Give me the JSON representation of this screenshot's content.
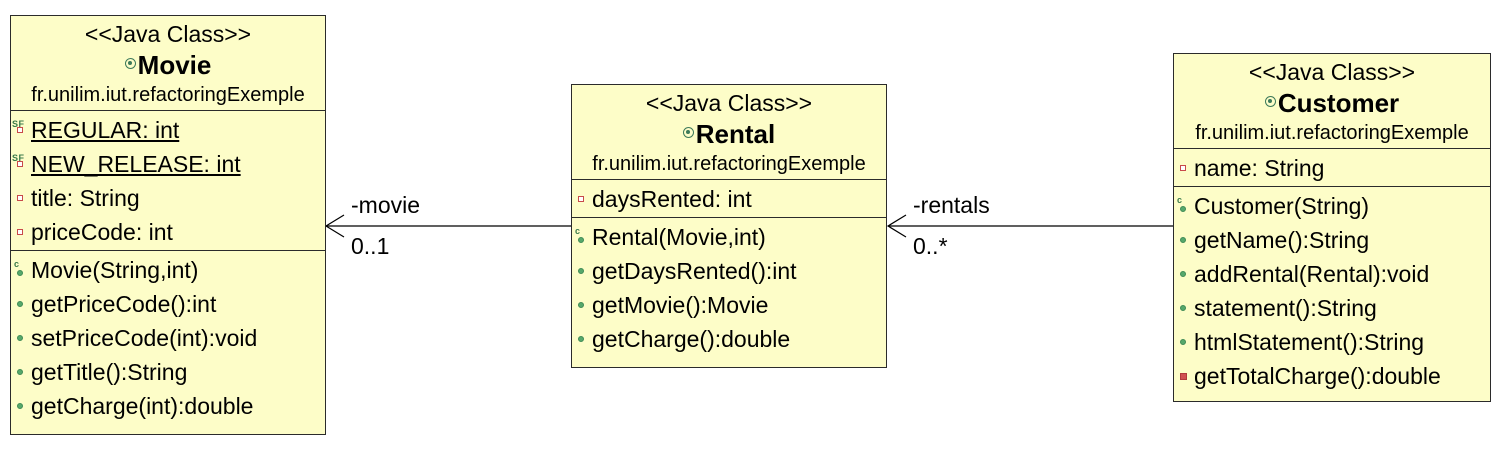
{
  "classes": {
    "movie": {
      "stereotype": "<<Java Class>>",
      "name": "Movie",
      "package": "fr.unilim.iut.refactoringExemple",
      "attributes": [
        "REGULAR: int",
        "NEW_RELEASE: int",
        "title: String",
        "priceCode: int"
      ],
      "methods": [
        "Movie(String,int)",
        "getPriceCode():int",
        "setPriceCode(int):void",
        "getTitle():String",
        "getCharge(int):double"
      ]
    },
    "rental": {
      "stereotype": "<<Java Class>>",
      "name": "Rental",
      "package": "fr.unilim.iut.refactoringExemple",
      "attributes": [
        "daysRented: int"
      ],
      "methods": [
        "Rental(Movie,int)",
        "getDaysRented():int",
        "getMovie():Movie",
        "getCharge():double"
      ]
    },
    "customer": {
      "stereotype": "<<Java Class>>",
      "name": "Customer",
      "package": "fr.unilim.iut.refactoringExemple",
      "attributes": [
        "name: String"
      ],
      "methods": [
        "Customer(String)",
        "getName():String",
        "addRental(Rental):void",
        "statement():String",
        "htmlStatement():String",
        "getTotalCharge():double"
      ]
    }
  },
  "associations": {
    "rental_movie": {
      "role": "-movie",
      "multiplicity": "0..1"
    },
    "customer_rentals": {
      "role": "-rentals",
      "multiplicity": "0..*"
    }
  }
}
